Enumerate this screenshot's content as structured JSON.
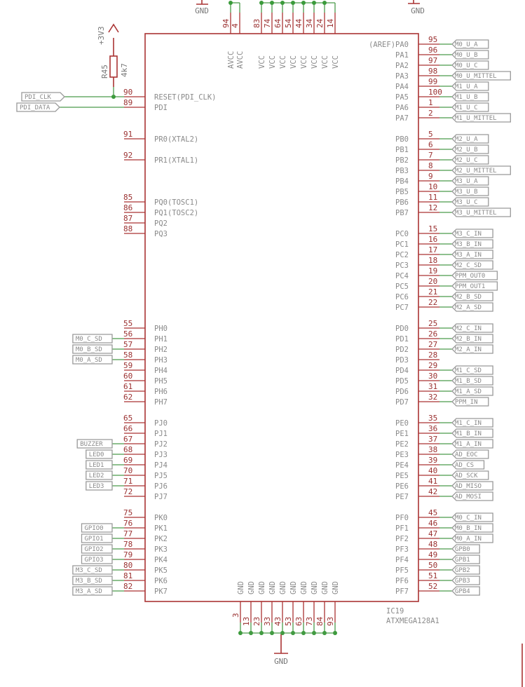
{
  "component": {
    "ref": "IC19",
    "part": "ATXMEGA128A1"
  },
  "resistor": {
    "ref": "R45",
    "value": "4k7",
    "supply": "+3V3"
  },
  "gnd_label": "GND",
  "top_pins": [
    {
      "num": "94",
      "name": "AVCC"
    },
    {
      "num": "4",
      "name": "AVCC"
    },
    {
      "num": "83",
      "name": "VCC"
    },
    {
      "num": "74",
      "name": "VCC"
    },
    {
      "num": "64",
      "name": "VCC"
    },
    {
      "num": "54",
      "name": "VCC"
    },
    {
      "num": "44",
      "name": "VCC"
    },
    {
      "num": "34",
      "name": "VCC"
    },
    {
      "num": "24",
      "name": "VCC"
    },
    {
      "num": "14",
      "name": "VCC"
    }
  ],
  "bottom_pins": [
    {
      "num": "3",
      "name": "GND"
    },
    {
      "num": "13",
      "name": "GND"
    },
    {
      "num": "23",
      "name": "GND"
    },
    {
      "num": "33",
      "name": "GND"
    },
    {
      "num": "43",
      "name": "GND"
    },
    {
      "num": "53",
      "name": "GND"
    },
    {
      "num": "63",
      "name": "GND"
    },
    {
      "num": "73",
      "name": "GND"
    },
    {
      "num": "84",
      "name": "GND"
    },
    {
      "num": "93",
      "name": "GND"
    }
  ],
  "left_pins": [
    {
      "num": "90",
      "name": "RESET(PDI_CLK)",
      "net": "PDI_CLK",
      "dot": true
    },
    {
      "num": "89",
      "name": "PDI",
      "net": "PDI_DATA"
    },
    {
      "num": "91",
      "name": "PR0(XTAL2)"
    },
    {
      "num": "92",
      "name": "PR1(XTAL1)"
    },
    {
      "num": "85",
      "name": "PQ0(TOSC1)"
    },
    {
      "num": "86",
      "name": "PQ1(TOSC2)"
    },
    {
      "num": "87",
      "name": "PQ2"
    },
    {
      "num": "88",
      "name": "PQ3"
    },
    {
      "num": "55",
      "name": "PH0"
    },
    {
      "num": "56",
      "name": "PH1",
      "net": "M0_C_SD"
    },
    {
      "num": "57",
      "name": "PH2",
      "net": "M0_B_SD"
    },
    {
      "num": "58",
      "name": "PH3",
      "net": "M0_A_SD"
    },
    {
      "num": "59",
      "name": "PH4"
    },
    {
      "num": "60",
      "name": "PH5"
    },
    {
      "num": "61",
      "name": "PH6"
    },
    {
      "num": "62",
      "name": "PH7"
    },
    {
      "num": "65",
      "name": "PJ0"
    },
    {
      "num": "66",
      "name": "PJ1"
    },
    {
      "num": "67",
      "name": "PJ2",
      "net": "BUZZER"
    },
    {
      "num": "68",
      "name": "PJ3",
      "net": "LED0"
    },
    {
      "num": "69",
      "name": "PJ4",
      "net": "LED1"
    },
    {
      "num": "70",
      "name": "PJ5",
      "net": "LED2"
    },
    {
      "num": "71",
      "name": "PJ6",
      "net": "LED3"
    },
    {
      "num": "72",
      "name": "PJ7"
    },
    {
      "num": "75",
      "name": "PK0"
    },
    {
      "num": "76",
      "name": "PK1",
      "net": "GPIO0"
    },
    {
      "num": "77",
      "name": "PK2",
      "net": "GPIO1"
    },
    {
      "num": "78",
      "name": "PK3",
      "net": "GPIO2"
    },
    {
      "num": "79",
      "name": "PK4",
      "net": "GPIO3"
    },
    {
      "num": "80",
      "name": "PK5",
      "net": "M3_C_SD"
    },
    {
      "num": "81",
      "name": "PK6",
      "net": "M3_B_SD"
    },
    {
      "num": "82",
      "name": "PK7",
      "net": "M3_A_SD"
    }
  ],
  "right_pins": [
    {
      "num": "95",
      "name": "(AREF)PA0",
      "net": "M0_U_A"
    },
    {
      "num": "96",
      "name": "PA1",
      "net": "M0_U_B"
    },
    {
      "num": "97",
      "name": "PA2",
      "net": "M0_U_C"
    },
    {
      "num": "98",
      "name": "PA3",
      "net": "M0_U_MITTEL"
    },
    {
      "num": "99",
      "name": "PA4",
      "net": "M1_U_A"
    },
    {
      "num": "100",
      "name": "PA5",
      "net": "M1_U_B"
    },
    {
      "num": "1",
      "name": "PA6",
      "net": "M1_U_C"
    },
    {
      "num": "2",
      "name": "PA7",
      "net": "M1_U_MITTEL"
    },
    {
      "num": "5",
      "name": "PB0",
      "net": "M2_U_A"
    },
    {
      "num": "6",
      "name": "PB1",
      "net": "M2_U_B"
    },
    {
      "num": "7",
      "name": "PB2",
      "net": "M2_U_C"
    },
    {
      "num": "8",
      "name": "PB3",
      "net": "M2_U_MITTEL"
    },
    {
      "num": "9",
      "name": "PB4",
      "net": "M3_U_A"
    },
    {
      "num": "10",
      "name": "PB5",
      "net": "M3_U_B"
    },
    {
      "num": "11",
      "name": "PB6",
      "net": "M3_U_C"
    },
    {
      "num": "12",
      "name": "PB7",
      "net": "M3_U_MITTEL"
    },
    {
      "num": "15",
      "name": "PC0",
      "net": "M3_C_IN"
    },
    {
      "num": "16",
      "name": "PC1",
      "net": "M3_B_IN"
    },
    {
      "num": "17",
      "name": "PC2",
      "net": "M3_A_IN"
    },
    {
      "num": "18",
      "name": "PC3",
      "net": "M2_C_SD"
    },
    {
      "num": "19",
      "name": "PC4",
      "net": "PPM_OUT0"
    },
    {
      "num": "20",
      "name": "PC5",
      "net": "PPM_OUT1"
    },
    {
      "num": "21",
      "name": "PC6",
      "net": "M2_B_SD"
    },
    {
      "num": "22",
      "name": "PC7",
      "net": "M2_A_SD"
    },
    {
      "num": "25",
      "name": "PD0",
      "net": "M2_C_IN"
    },
    {
      "num": "26",
      "name": "PD1",
      "net": "M2_B_IN"
    },
    {
      "num": "27",
      "name": "PD2",
      "net": "M2_A_IN"
    },
    {
      "num": "28",
      "name": "PD3"
    },
    {
      "num": "29",
      "name": "PD4",
      "net": "M1_C_SD"
    },
    {
      "num": "30",
      "name": "PD5",
      "net": "M1_B_SD"
    },
    {
      "num": "31",
      "name": "PD6",
      "net": "M1_A_SD"
    },
    {
      "num": "32",
      "name": "PD7",
      "net": "PPM_IN"
    },
    {
      "num": "35",
      "name": "PE0",
      "net": "M1_C_IN"
    },
    {
      "num": "36",
      "name": "PE1",
      "net": "M1_B_IN"
    },
    {
      "num": "37",
      "name": "PE2",
      "net": "M1_A_IN"
    },
    {
      "num": "38",
      "name": "PE3",
      "net": "AD_EOC"
    },
    {
      "num": "39",
      "name": "PE4",
      "net": "AD_CS"
    },
    {
      "num": "40",
      "name": "PE5",
      "net": "AD_SCK"
    },
    {
      "num": "41",
      "name": "PE6",
      "net": "AD_MISO"
    },
    {
      "num": "42",
      "name": "PE7",
      "net": "AD_MOSI"
    },
    {
      "num": "45",
      "name": "PF0",
      "net": "M0_C_IN"
    },
    {
      "num": "46",
      "name": "PF1",
      "net": "M0_B_IN"
    },
    {
      "num": "47",
      "name": "PF2",
      "net": "M0_A_IN"
    },
    {
      "num": "48",
      "name": "PF3",
      "net": "GPB0"
    },
    {
      "num": "49",
      "name": "PF4",
      "net": "GPB1"
    },
    {
      "num": "50",
      "name": "PF5",
      "net": "GPB2"
    },
    {
      "num": "51",
      "name": "PF6",
      "net": "GPB3"
    },
    {
      "num": "52",
      "name": "PF7",
      "net": "GPB4"
    }
  ]
}
